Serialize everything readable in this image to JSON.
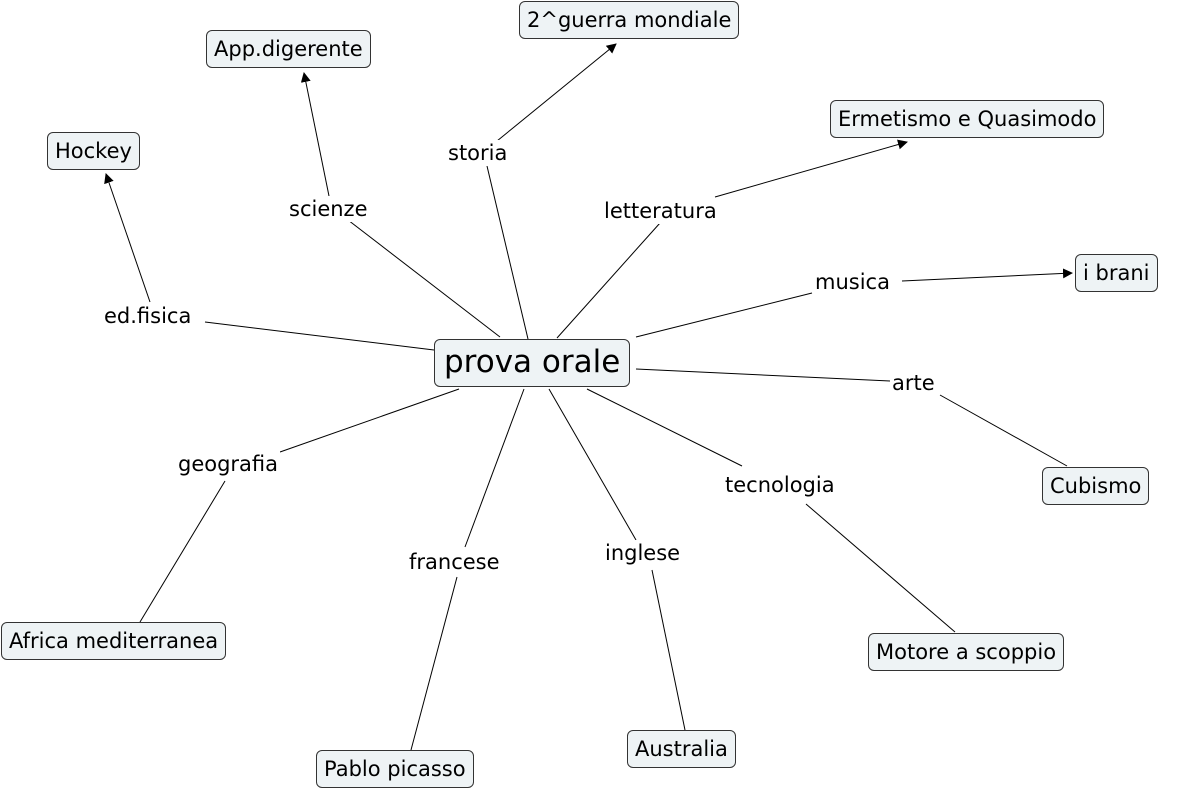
{
  "center": {
    "label": "prova orale"
  },
  "branches": [
    {
      "id": "storia",
      "link": "storia",
      "node": "2^guerra mondiale"
    },
    {
      "id": "scienze",
      "link": "scienze",
      "node": "App.digerente"
    },
    {
      "id": "edfisica",
      "link": "ed.fisica",
      "node": "Hockey"
    },
    {
      "id": "letteratura",
      "link": "letteratura",
      "node": "Ermetismo e Quasimodo"
    },
    {
      "id": "musica",
      "link": "musica",
      "node": "i brani"
    },
    {
      "id": "arte",
      "link": "arte",
      "node": "Cubismo"
    },
    {
      "id": "tecnologia",
      "link": "tecnologia",
      "node": "Motore a scoppio"
    },
    {
      "id": "inglese",
      "link": "inglese",
      "node": "Australia"
    },
    {
      "id": "francese",
      "link": "francese",
      "node": "Pablo picasso"
    },
    {
      "id": "geografia",
      "link": "geografia",
      "node": "Africa mediterranea"
    }
  ]
}
